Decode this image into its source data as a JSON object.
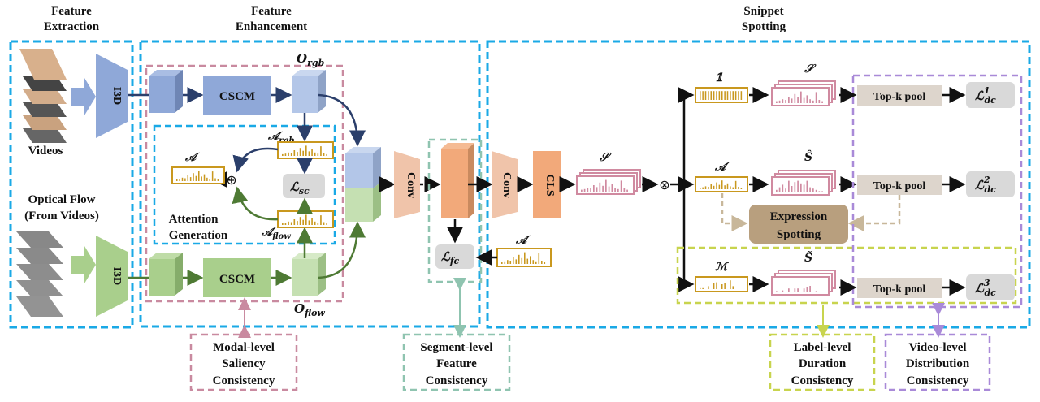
{
  "sections": {
    "feature_extraction": {
      "line1": "Feature",
      "line2": "Extraction"
    },
    "feature_enhancement": {
      "line1": "Feature",
      "line2": "Enhancement"
    },
    "snippet_spotting": {
      "line1": "Snippet",
      "line2": "Spotting"
    }
  },
  "inputs": {
    "videos": "Videos",
    "flow_line1": "Optical Flow",
    "flow_line2": "(From Videos)"
  },
  "blocks": {
    "i3d": "I3D",
    "cscm": "CSCM",
    "conv": "Conv",
    "cls": "CLS",
    "attention_line1": "Attention",
    "attention_line2": "Generation",
    "expression_line1": "Expression",
    "expression_line2": "Spotting",
    "topk": "Top-k pool"
  },
  "symbols": {
    "o_rgb": "O",
    "o_rgb_sub": "rgb",
    "o_flow": "O",
    "o_flow_sub": "flow",
    "a": "𝒜",
    "a_rgb_sub": "rgb",
    "a_flow_sub": "flow",
    "l": "ℒ",
    "l_sc_sub": "sc",
    "l_fc_sub": "fc",
    "l_dc_sub": "dc",
    "l_dc_sup": [
      "1",
      "2",
      "3"
    ],
    "s": "𝒮",
    "s_hat": "Ŝ",
    "s_tilde": "S̃",
    "one": "𝟙",
    "m": "ℳ",
    "oplus": "⊕",
    "otimes": "⊗"
  },
  "consistency": {
    "modal": [
      "Modal-level",
      "Saliency",
      "Consistency"
    ],
    "segment": [
      "Segment-level",
      "Feature",
      "Consistency"
    ],
    "label": [
      "Label-level",
      "Duration",
      "Consistency"
    ],
    "video": [
      "Video-level",
      "Distribution",
      "Consistency"
    ]
  },
  "colors": {
    "section_border": "#1aa9e6",
    "modal_border": "#c98aa0",
    "segment_border": "#8fc4b0",
    "label_border": "#c8d44e",
    "video_border": "#a98ad8",
    "rgb": "#8fa8d8",
    "flow": "#a9cf8c",
    "conv": "#f0c4aa",
    "cls": "#f2a97a",
    "attn": "#c9981e",
    "score": "#d08aa0",
    "expression": "#b89f7e",
    "topk": "#ddd5cc",
    "loss": "#d9d9d9"
  }
}
